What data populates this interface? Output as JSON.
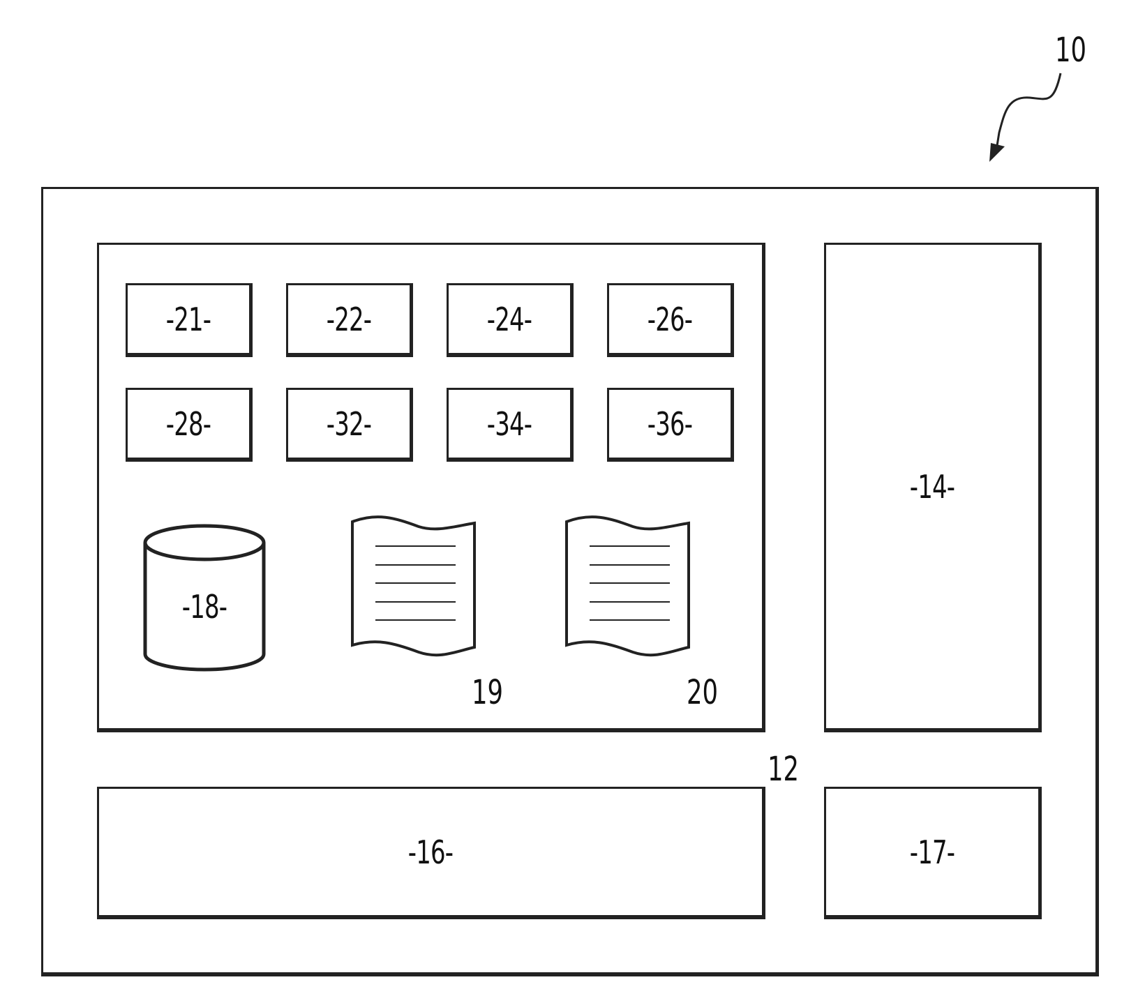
{
  "figure": {
    "ref_main": "10",
    "outer_device": {
      "label": ""
    },
    "module_12": {
      "ref": "12",
      "components": [
        {
          "label": "-21-"
        },
        {
          "label": "-22-"
        },
        {
          "label": "-24-"
        },
        {
          "label": "-26-"
        },
        {
          "label": "-28-"
        },
        {
          "label": "-32-"
        },
        {
          "label": "-34-"
        },
        {
          "label": "-36-"
        }
      ],
      "database": {
        "label": "-18-"
      },
      "documents": [
        {
          "ref": "19"
        },
        {
          "ref": "20"
        }
      ]
    },
    "block_14": {
      "label": "-14-"
    },
    "block_16": {
      "label": "-16-"
    },
    "block_17": {
      "label": "-17-"
    }
  }
}
